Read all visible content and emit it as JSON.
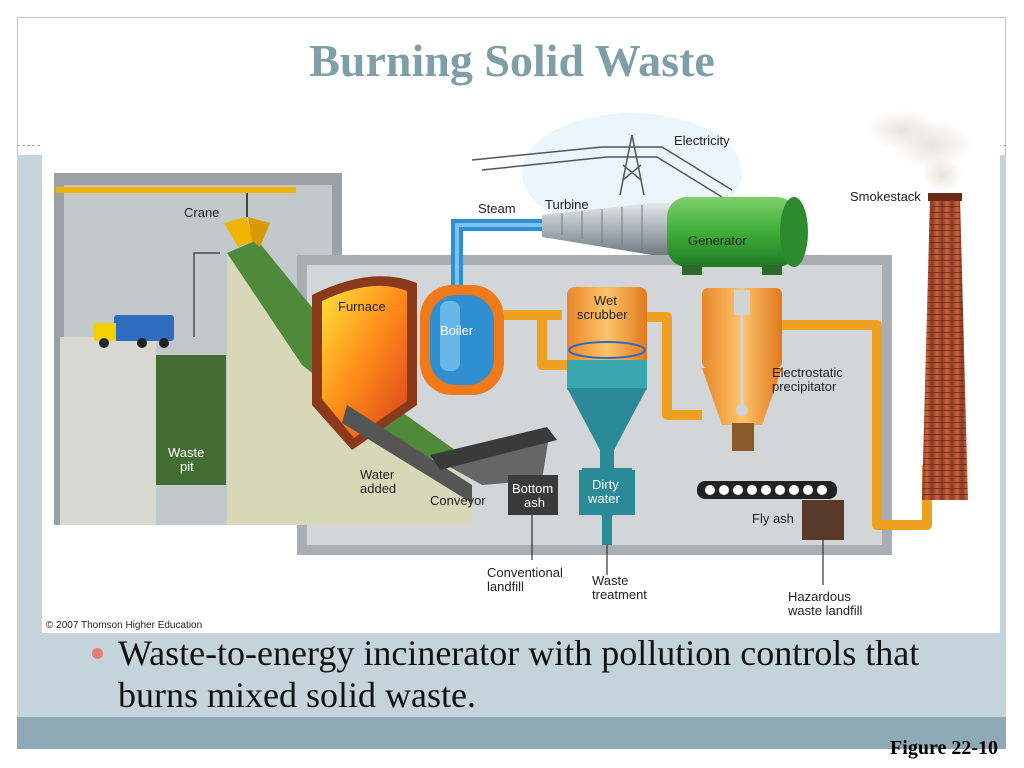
{
  "slide": {
    "title": "Burning Solid Waste",
    "bullet": "Waste-to-energy incinerator with pollution controls that burns mixed solid waste.",
    "figure_label": "Figure 22-10"
  },
  "diagram": {
    "copyright": "© 2007 Thomson Higher Education",
    "labels": {
      "electricity": "Electricity",
      "smokestack": "Smokestack",
      "crane": "Crane",
      "steam": "Steam",
      "turbine": "Turbine",
      "generator": "Generator",
      "furnace": "Furnace",
      "boiler": "Boiler",
      "wet_scrubber_1": "Wet",
      "wet_scrubber_2": "scrubber",
      "electrostatic_1": "Electrostatic",
      "electrostatic_2": "precipitator",
      "waste_pit_1": "Waste",
      "waste_pit_2": "pit",
      "water_added_1": "Water",
      "water_added_2": "added",
      "conveyor": "Conveyor",
      "bottom_ash_1": "Bottom",
      "bottom_ash_2": "ash",
      "dirty_water_1": "Dirty",
      "dirty_water_2": "water",
      "fly_ash": "Fly ash",
      "conventional_landfill_1": "Conventional",
      "conventional_landfill_2": "landfill",
      "waste_treatment_1": "Waste",
      "waste_treatment_2": "treatment",
      "hazardous_landfill_1": "Hazardous",
      "hazardous_landfill_2": "waste landfill"
    }
  },
  "colors": {
    "title": "#7e9fa8",
    "band": "#c5d4db",
    "band_bottom": "#8faab6",
    "bullet_dot": "#e57f72",
    "generator": "#3fae3a",
    "steam_pipe": "#2f8fd0",
    "flue_pipe": "#f0a020",
    "smokestack": "#b5563a"
  }
}
